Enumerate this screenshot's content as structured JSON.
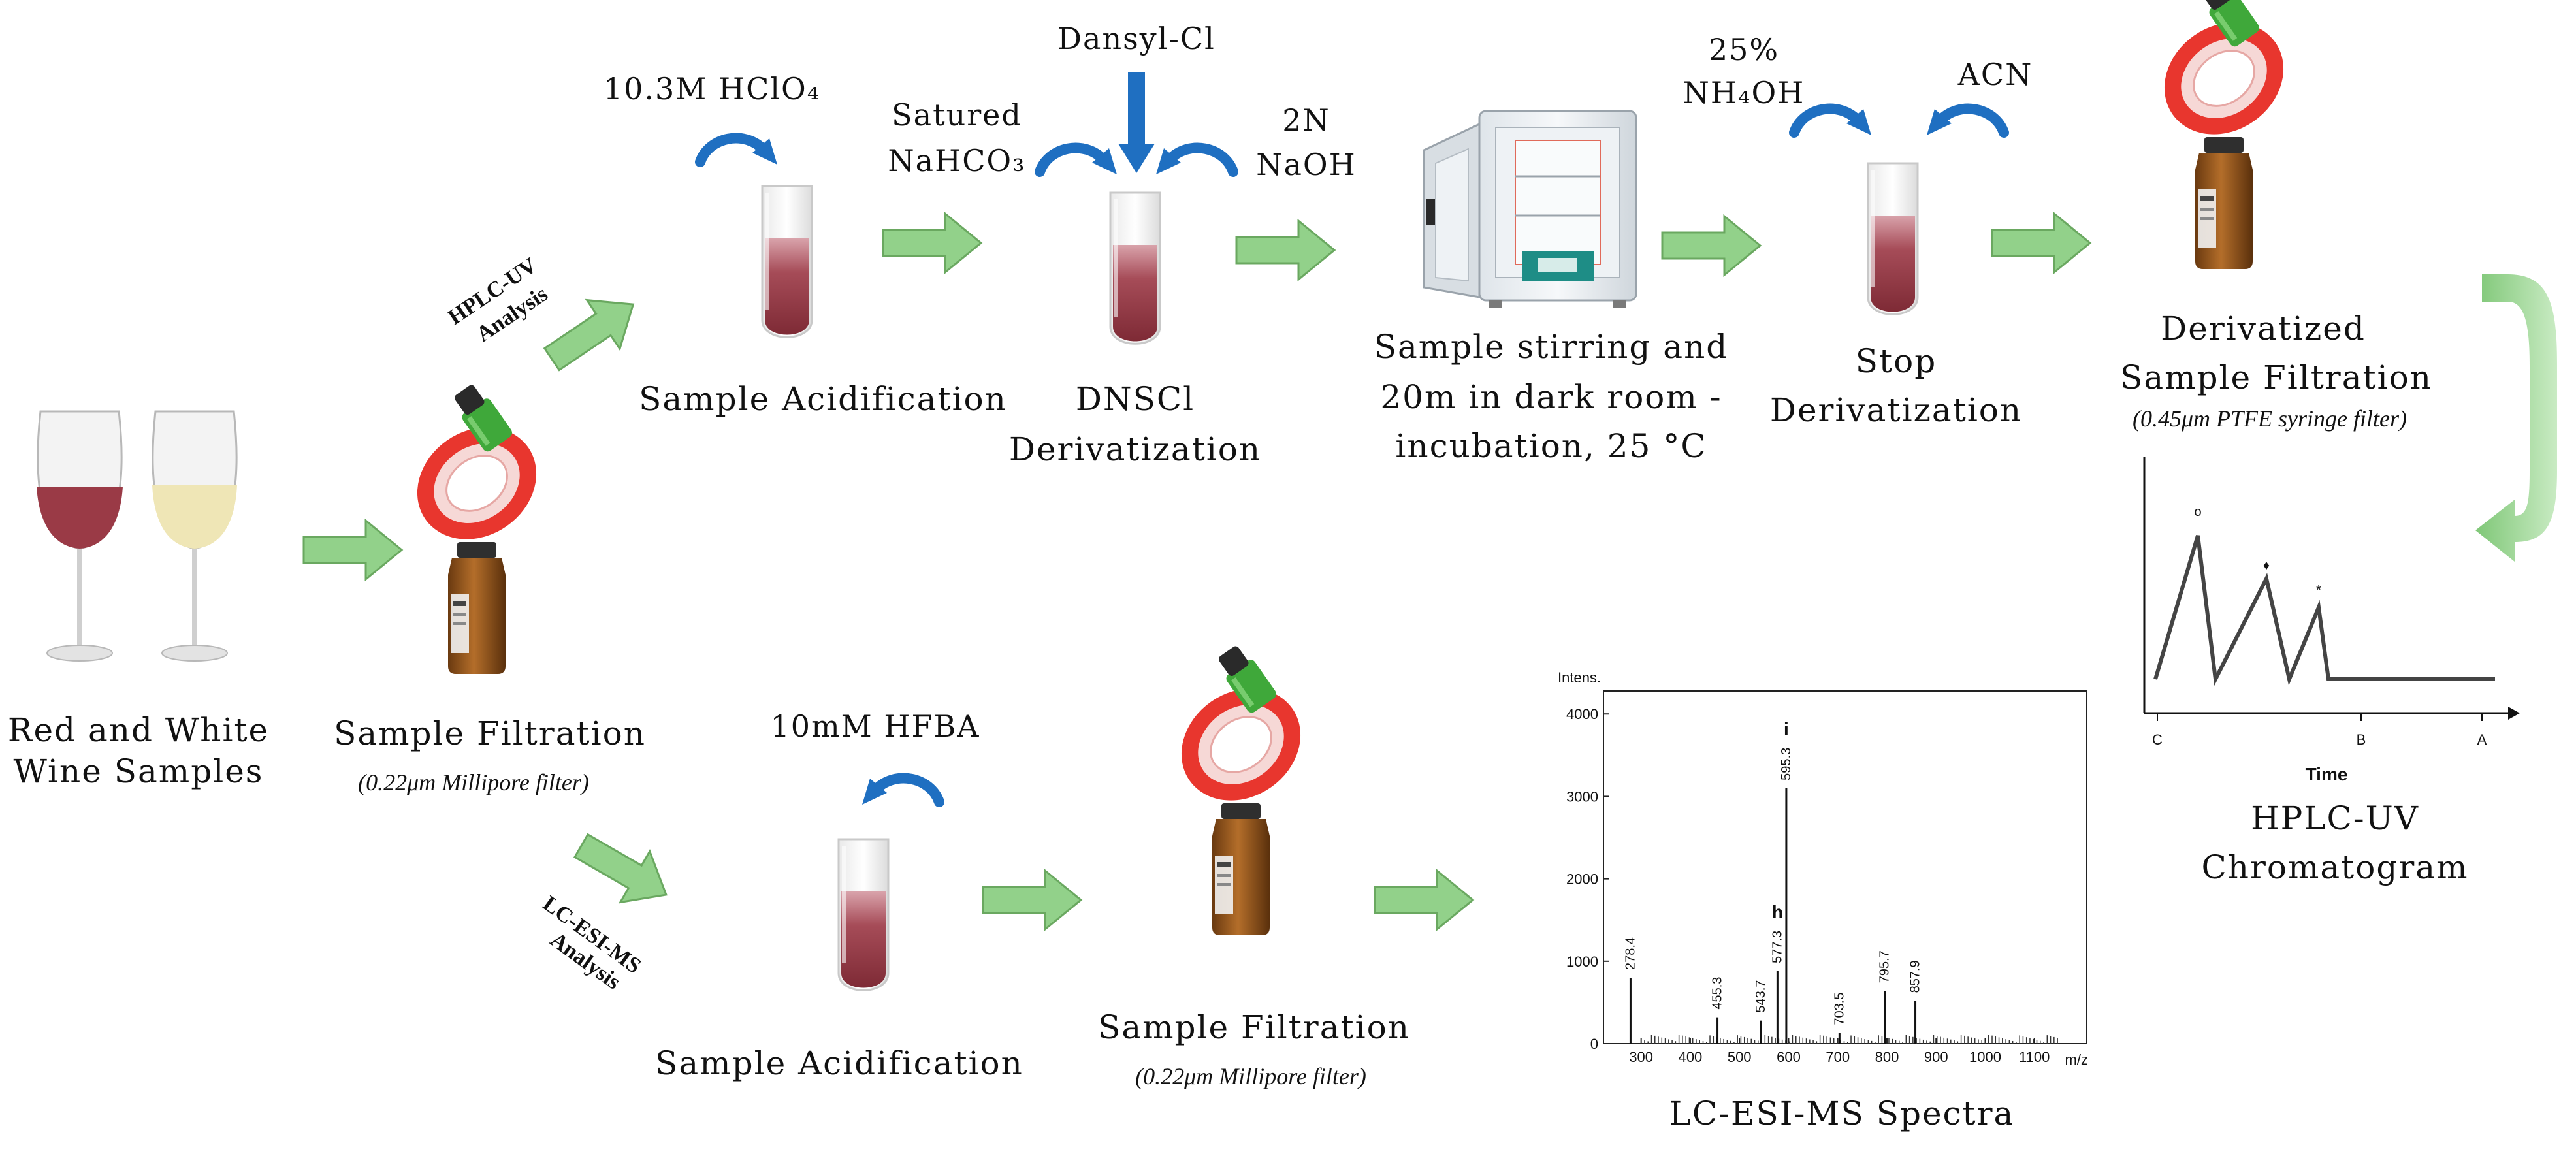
{
  "colors": {
    "flow_arrow": "#92d18a",
    "flow_arrow_edge": "#6aa860",
    "reagent_arrow": "#1f6fc1",
    "wine_red": "#9a3a46",
    "wine_white": "#efe6b6",
    "filter_red": "#e8362e",
    "filter_green": "#3fa83a",
    "bottle_amber": "#9a5a1c"
  },
  "start": {
    "label_line1": "Red and White",
    "label_line2": "Wine Samples"
  },
  "filtration_start": {
    "label": "Sample Filtration",
    "note": "(0.22μm Millipore filter)"
  },
  "routes": {
    "hplc": "HPLC-UV",
    "hplc_2": "Analysis",
    "lcms": "LC-ESI-MS",
    "lcms_2": "Analysis"
  },
  "hplc": {
    "acidification": {
      "reagent": "10.3M HClO₄",
      "label": "Sample Acidification"
    },
    "derivatization": {
      "reagent_top": "Dansyl-Cl",
      "reagent_left_1": "Satured",
      "reagent_left_2": "NaHCO₃",
      "reagent_right_1": "2N",
      "reagent_right_2": "NaOH",
      "label_1": "DNSCl",
      "label_2": "Derivatization"
    },
    "incubation": {
      "label_1": "Sample stirring and",
      "label_2": "20m in dark room -",
      "label_3": "incubation, 25 °C"
    },
    "stop": {
      "reagent_left_1": "25%",
      "reagent_left_2": "NH₄OH",
      "reagent_right": "ACN",
      "label_1": "Stop",
      "label_2": "Derivatization"
    },
    "filtration": {
      "label_1": "Derivatized",
      "label_2": "Sample Filtration",
      "note": "(0.45μm PTFE syringe filter)"
    },
    "chromatogram": {
      "x_ticks": [
        "C",
        "B",
        "A"
      ],
      "x_label": "Time",
      "title_1": "HPLC-UV",
      "title_2": "Chromatogram"
    }
  },
  "lcms": {
    "acidification": {
      "reagent": "10mM HFBA",
      "label": "Sample Acidification"
    },
    "filtration": {
      "label": "Sample Filtration",
      "note": "(0.22μm Millipore filter)"
    },
    "spectrum_title": "LC-ESI-MS Spectra"
  },
  "chart_data": [
    {
      "type": "line",
      "title": "",
      "xlabel": "Time",
      "ylabel": "",
      "categories": [
        "C",
        "B",
        "A"
      ],
      "series": [
        {
          "values": [
            0,
            1,
            0,
            0.7,
            0,
            0.5,
            0,
            0
          ]
        }
      ],
      "annotations": [
        "o",
        "♦",
        "*"
      ],
      "grid": false
    },
    {
      "type": "bar",
      "title": "",
      "ylabel": "Intens.",
      "xlabel": "m/z",
      "x_ticks": [
        "300",
        "400",
        "500",
        "600",
        "700",
        "800",
        "900",
        "1000",
        "1100"
      ],
      "y_ticks": [
        "0",
        "1000",
        "2000",
        "3000",
        "4000"
      ],
      "xlim": [
        230,
        1200
      ],
      "ylim": [
        0,
        4200
      ],
      "peaks": [
        {
          "mz": 278.4,
          "intensity": 800,
          "label": "278.4"
        },
        {
          "mz": 455.3,
          "intensity": 320,
          "label": "455.3"
        },
        {
          "mz": 543.7,
          "intensity": 280,
          "label": "543.7"
        },
        {
          "mz": 577.3,
          "intensity": 880,
          "label": "577.3",
          "marker": "h"
        },
        {
          "mz": 595.3,
          "intensity": 3100,
          "label": "595.3",
          "marker": "i"
        },
        {
          "mz": 703.5,
          "intensity": 130,
          "label": "703.5"
        },
        {
          "mz": 795.7,
          "intensity": 640,
          "label": "795.7"
        },
        {
          "mz": 857.9,
          "intensity": 520,
          "label": "857.9"
        }
      ],
      "grid": false
    }
  ]
}
